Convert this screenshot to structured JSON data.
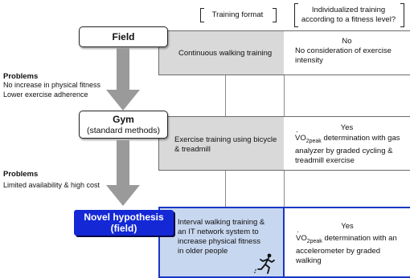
{
  "columns": {
    "format": "Training format",
    "individualized_line1": "Individualized training",
    "individualized_line2": "according to a fitness level?"
  },
  "settings": {
    "field": "Field",
    "gym": "Gym",
    "gym_sub": "(standard methods)",
    "novel_line1": "Novel hypothesis",
    "novel_line2": "(field)"
  },
  "problems": [
    {
      "title": "Problems",
      "lines": [
        "No increase in physical fitness",
        "Lower exercise adherence"
      ]
    },
    {
      "title": "Problems",
      "lines": [
        "Limited availability & high cost"
      ]
    }
  ],
  "rows": [
    {
      "format": "Continuous walking training",
      "answer": "No",
      "detail": "No consideration of exercise intensity"
    },
    {
      "format": "Exercise training using bicycle & treadmill",
      "answer": "Yes",
      "vo2_main": "VO",
      "vo2_sub": "2peak",
      "detail": " determination with gas analyzer by graded cycling & treadmill exercise"
    },
    {
      "format": "Interval walking training & an IT network system to increase physical fitness in older people",
      "answer": "Yes",
      "vo2_main": "VO",
      "vo2_sub": "2peak",
      "detail": " determination with an accelerometer by graded walking"
    }
  ],
  "colors": {
    "row_gray": "#d9d9d9",
    "novel_blue": "#1428d6",
    "novel_cell": "#c7d7ef",
    "arrow_gray": "#9a9a9a"
  },
  "icons": [
    "runner-icon"
  ]
}
